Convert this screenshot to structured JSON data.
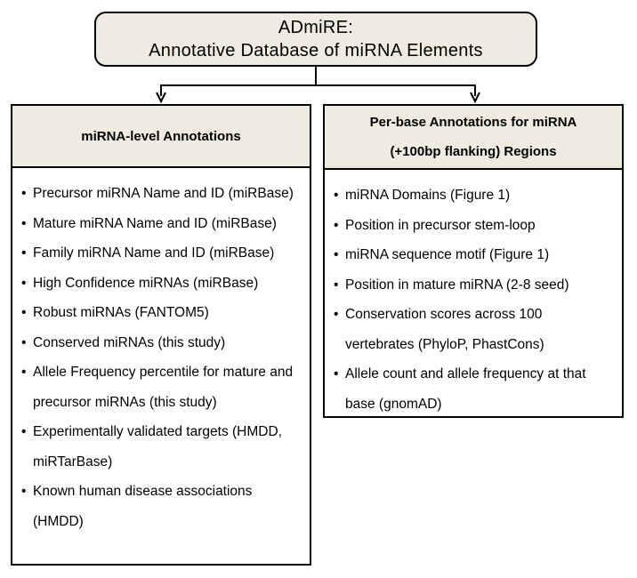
{
  "title": {
    "line1": "ADmiRE:",
    "line2": "Annotative Database of miRNA Elements"
  },
  "left_panel": {
    "header": "miRNA-level Annotations",
    "items": [
      "Precursor miRNA Name and ID (miRBase)",
      "Mature miRNA Name and ID (miRBase)",
      "Family miRNA Name and ID (miRBase)",
      "High Confidence miRNAs (miRBase)",
      "Robust miRNAs (FANTOM5)",
      "Conserved miRNAs (this study)",
      "Allele Frequency percentile for mature and precursor miRNAs (this study)",
      "Experimentally validated targets (HMDD, miRTarBase)",
      "Known human disease associations (HMDD)"
    ]
  },
  "right_panel": {
    "header_line1": "Per-base Annotations for miRNA",
    "header_line2": "(+100bp flanking) Regions",
    "items": [
      "miRNA Domains (Figure 1)",
      "Position in precursor stem-loop",
      "miRNA sequence motif (Figure 1)",
      "Position in mature miRNA (2-8 seed)",
      "Conservation scores across 100 vertebrates (PhyloP, PhastCons)",
      "Allele count and allele frequency at that base (gnomAD)"
    ]
  },
  "colors": {
    "header_fill": "#eeece1",
    "stroke": "#000000"
  }
}
